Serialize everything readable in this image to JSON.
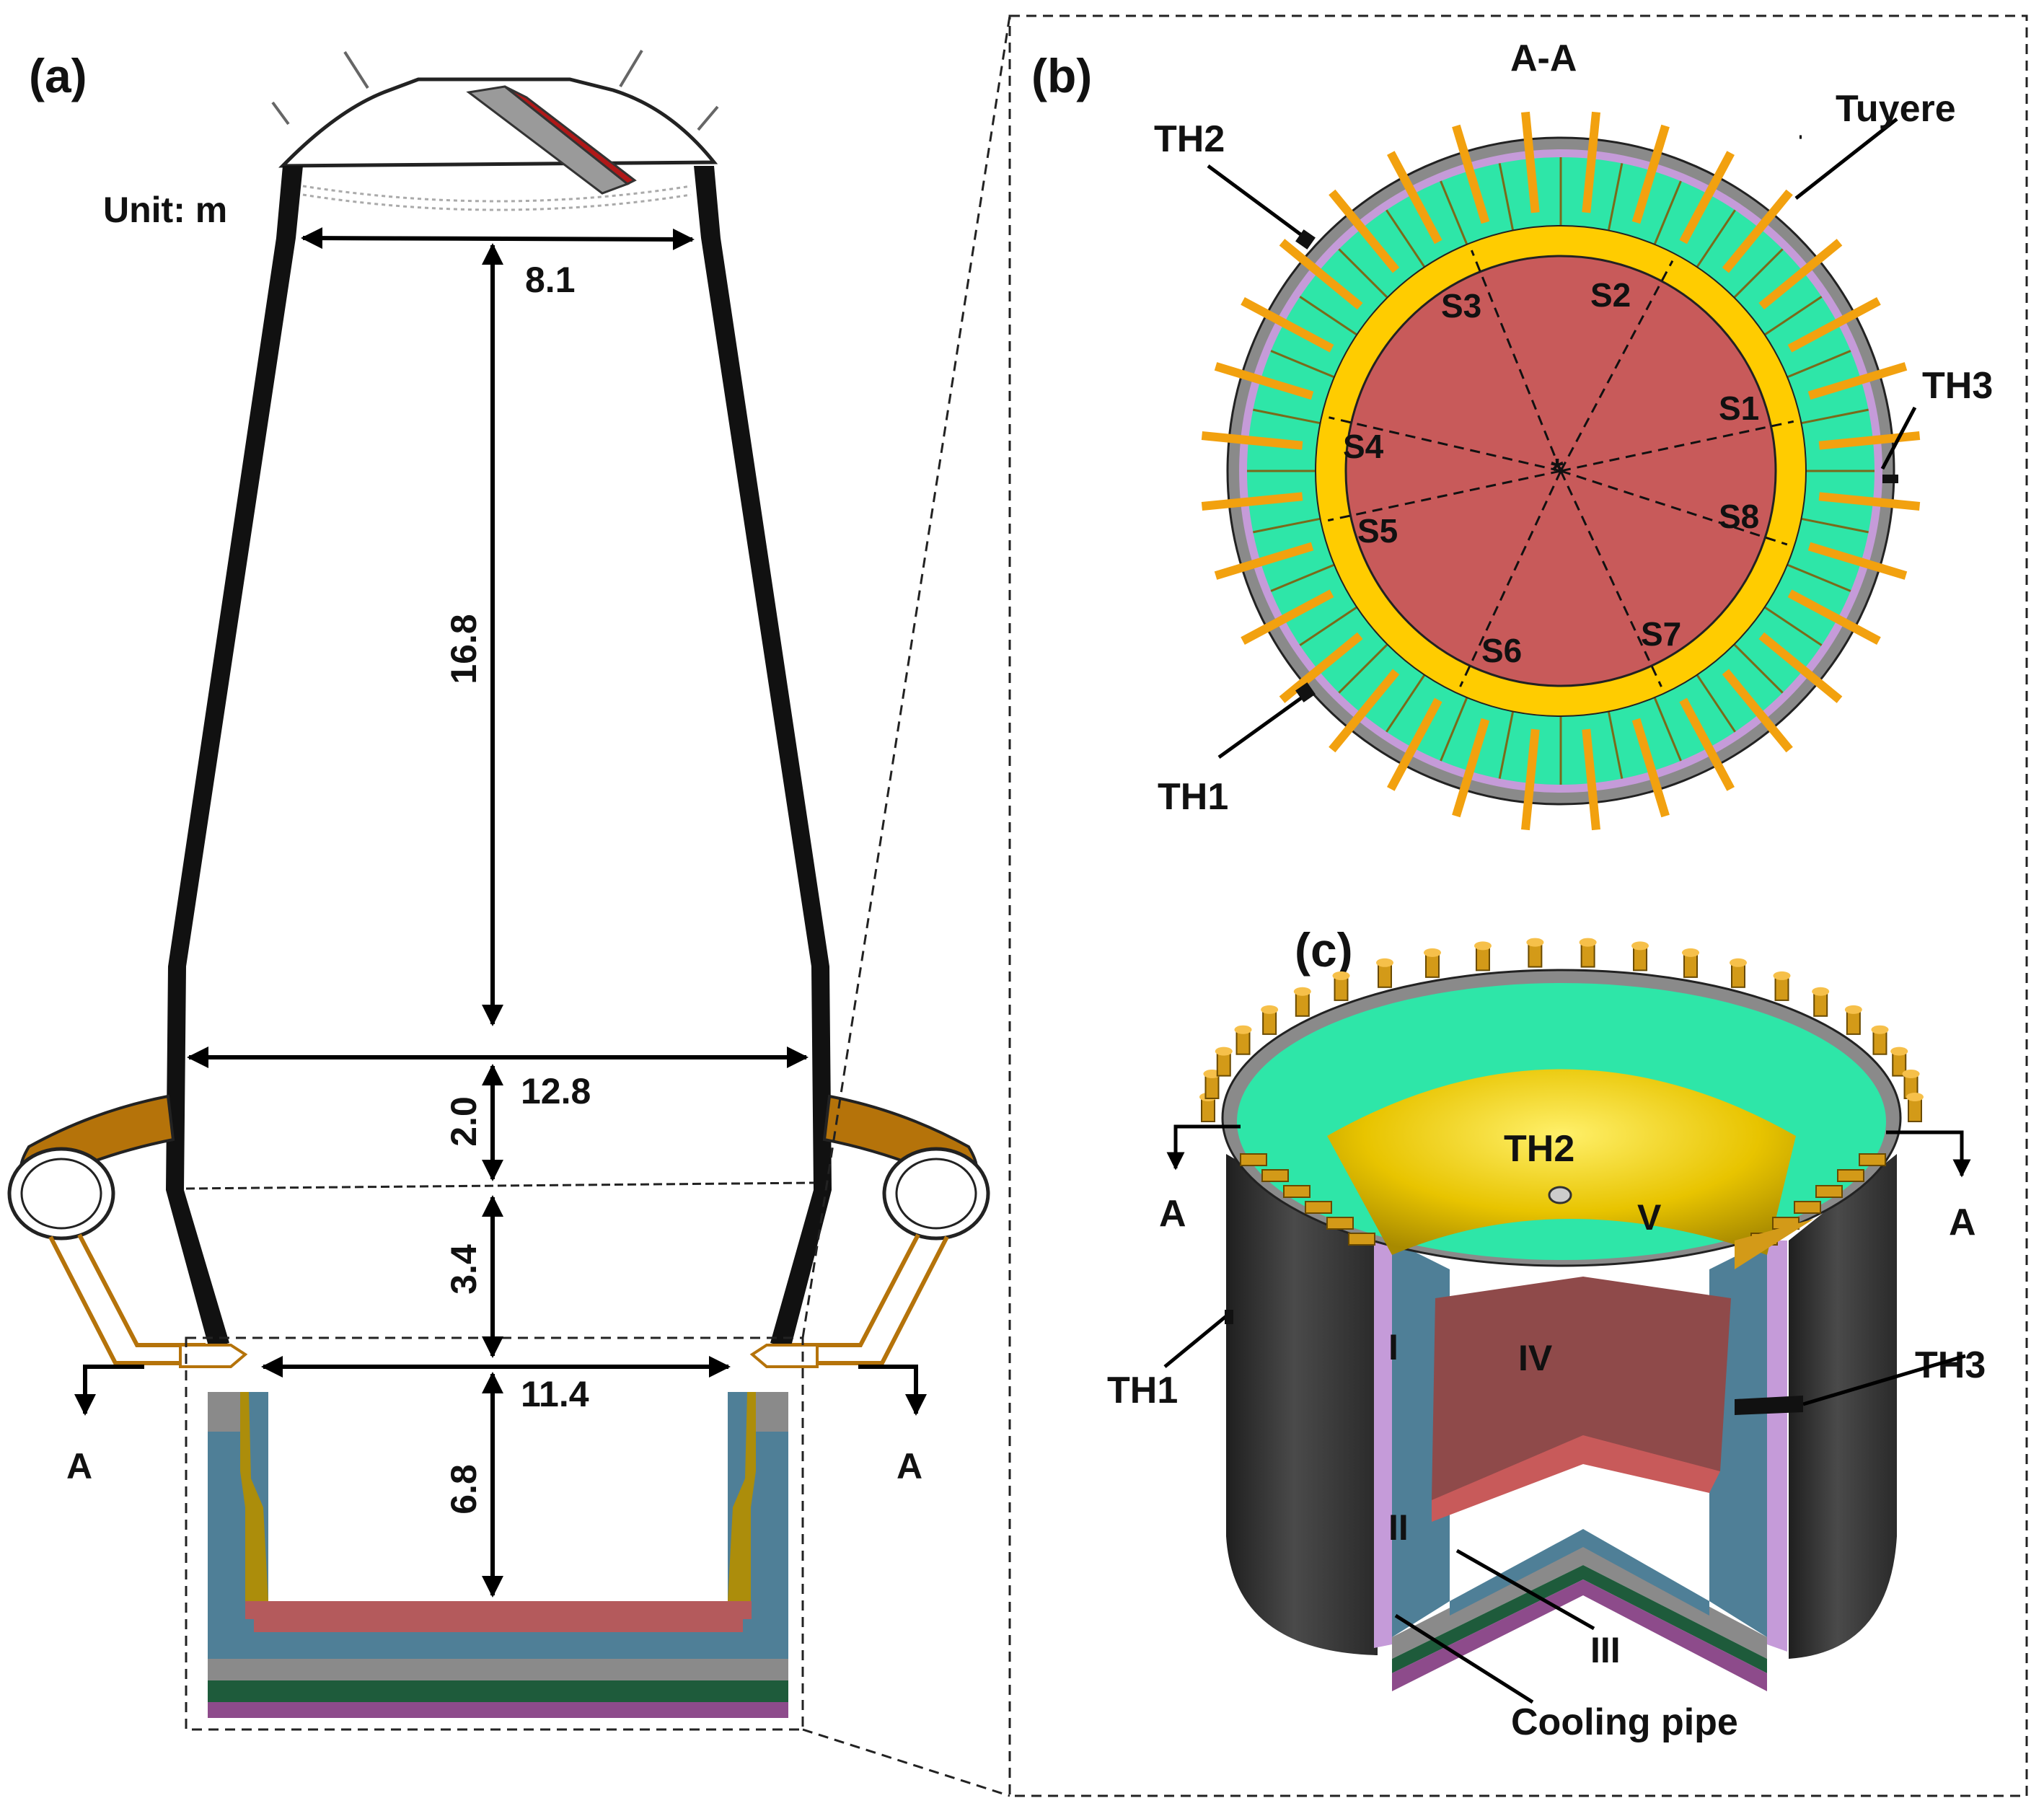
{
  "panels": {
    "a": "(a)",
    "b": "(b)",
    "c": "(c)"
  },
  "panel_a": {
    "unit": "Unit: m",
    "dims": {
      "top_width": "8.1",
      "shaft_height": "16.8",
      "belly_width": "12.8",
      "belly_height": "2.0",
      "bosh_height": "3.4",
      "hearth_width": "11.4",
      "hearth_height": "6.8"
    },
    "section_left": "A",
    "section_right": "A"
  },
  "panel_b": {
    "title": "A-A",
    "tuyere": "Tuyere",
    "thermocouples": {
      "th1": "TH1",
      "th2": "TH2",
      "th3": "TH3"
    },
    "sectors": [
      "S1",
      "S2",
      "S3",
      "S4",
      "S5",
      "S6",
      "S7",
      "S8"
    ]
  },
  "panel_c": {
    "section_left": "A",
    "section_right": "A",
    "thermocouples": {
      "th1": "TH1",
      "th2": "TH2",
      "th3": "TH3"
    },
    "layers": {
      "l1": "I",
      "l2": "II",
      "l3": "III",
      "l4": "IV",
      "l5": "V"
    },
    "cooling_pipe": "Cooling pipe"
  },
  "colors": {
    "shell": "#111111",
    "carbon": "#4f7f97",
    "ceramic": "#ac8d0b",
    "slag_pad": "#b45a5c",
    "gray_layer": "#8a8a8a",
    "graphite": "#1e5b3b",
    "cooling": "#8d4b8b",
    "refractory_green": "#2ee6a8",
    "ring_yellow": "#ffcc00",
    "tuyere_orange": "#f2a10f",
    "hearth_red": "#c85a5a",
    "bustle_brown": "#b5730a",
    "outer_dark": "#3a3a3a"
  }
}
